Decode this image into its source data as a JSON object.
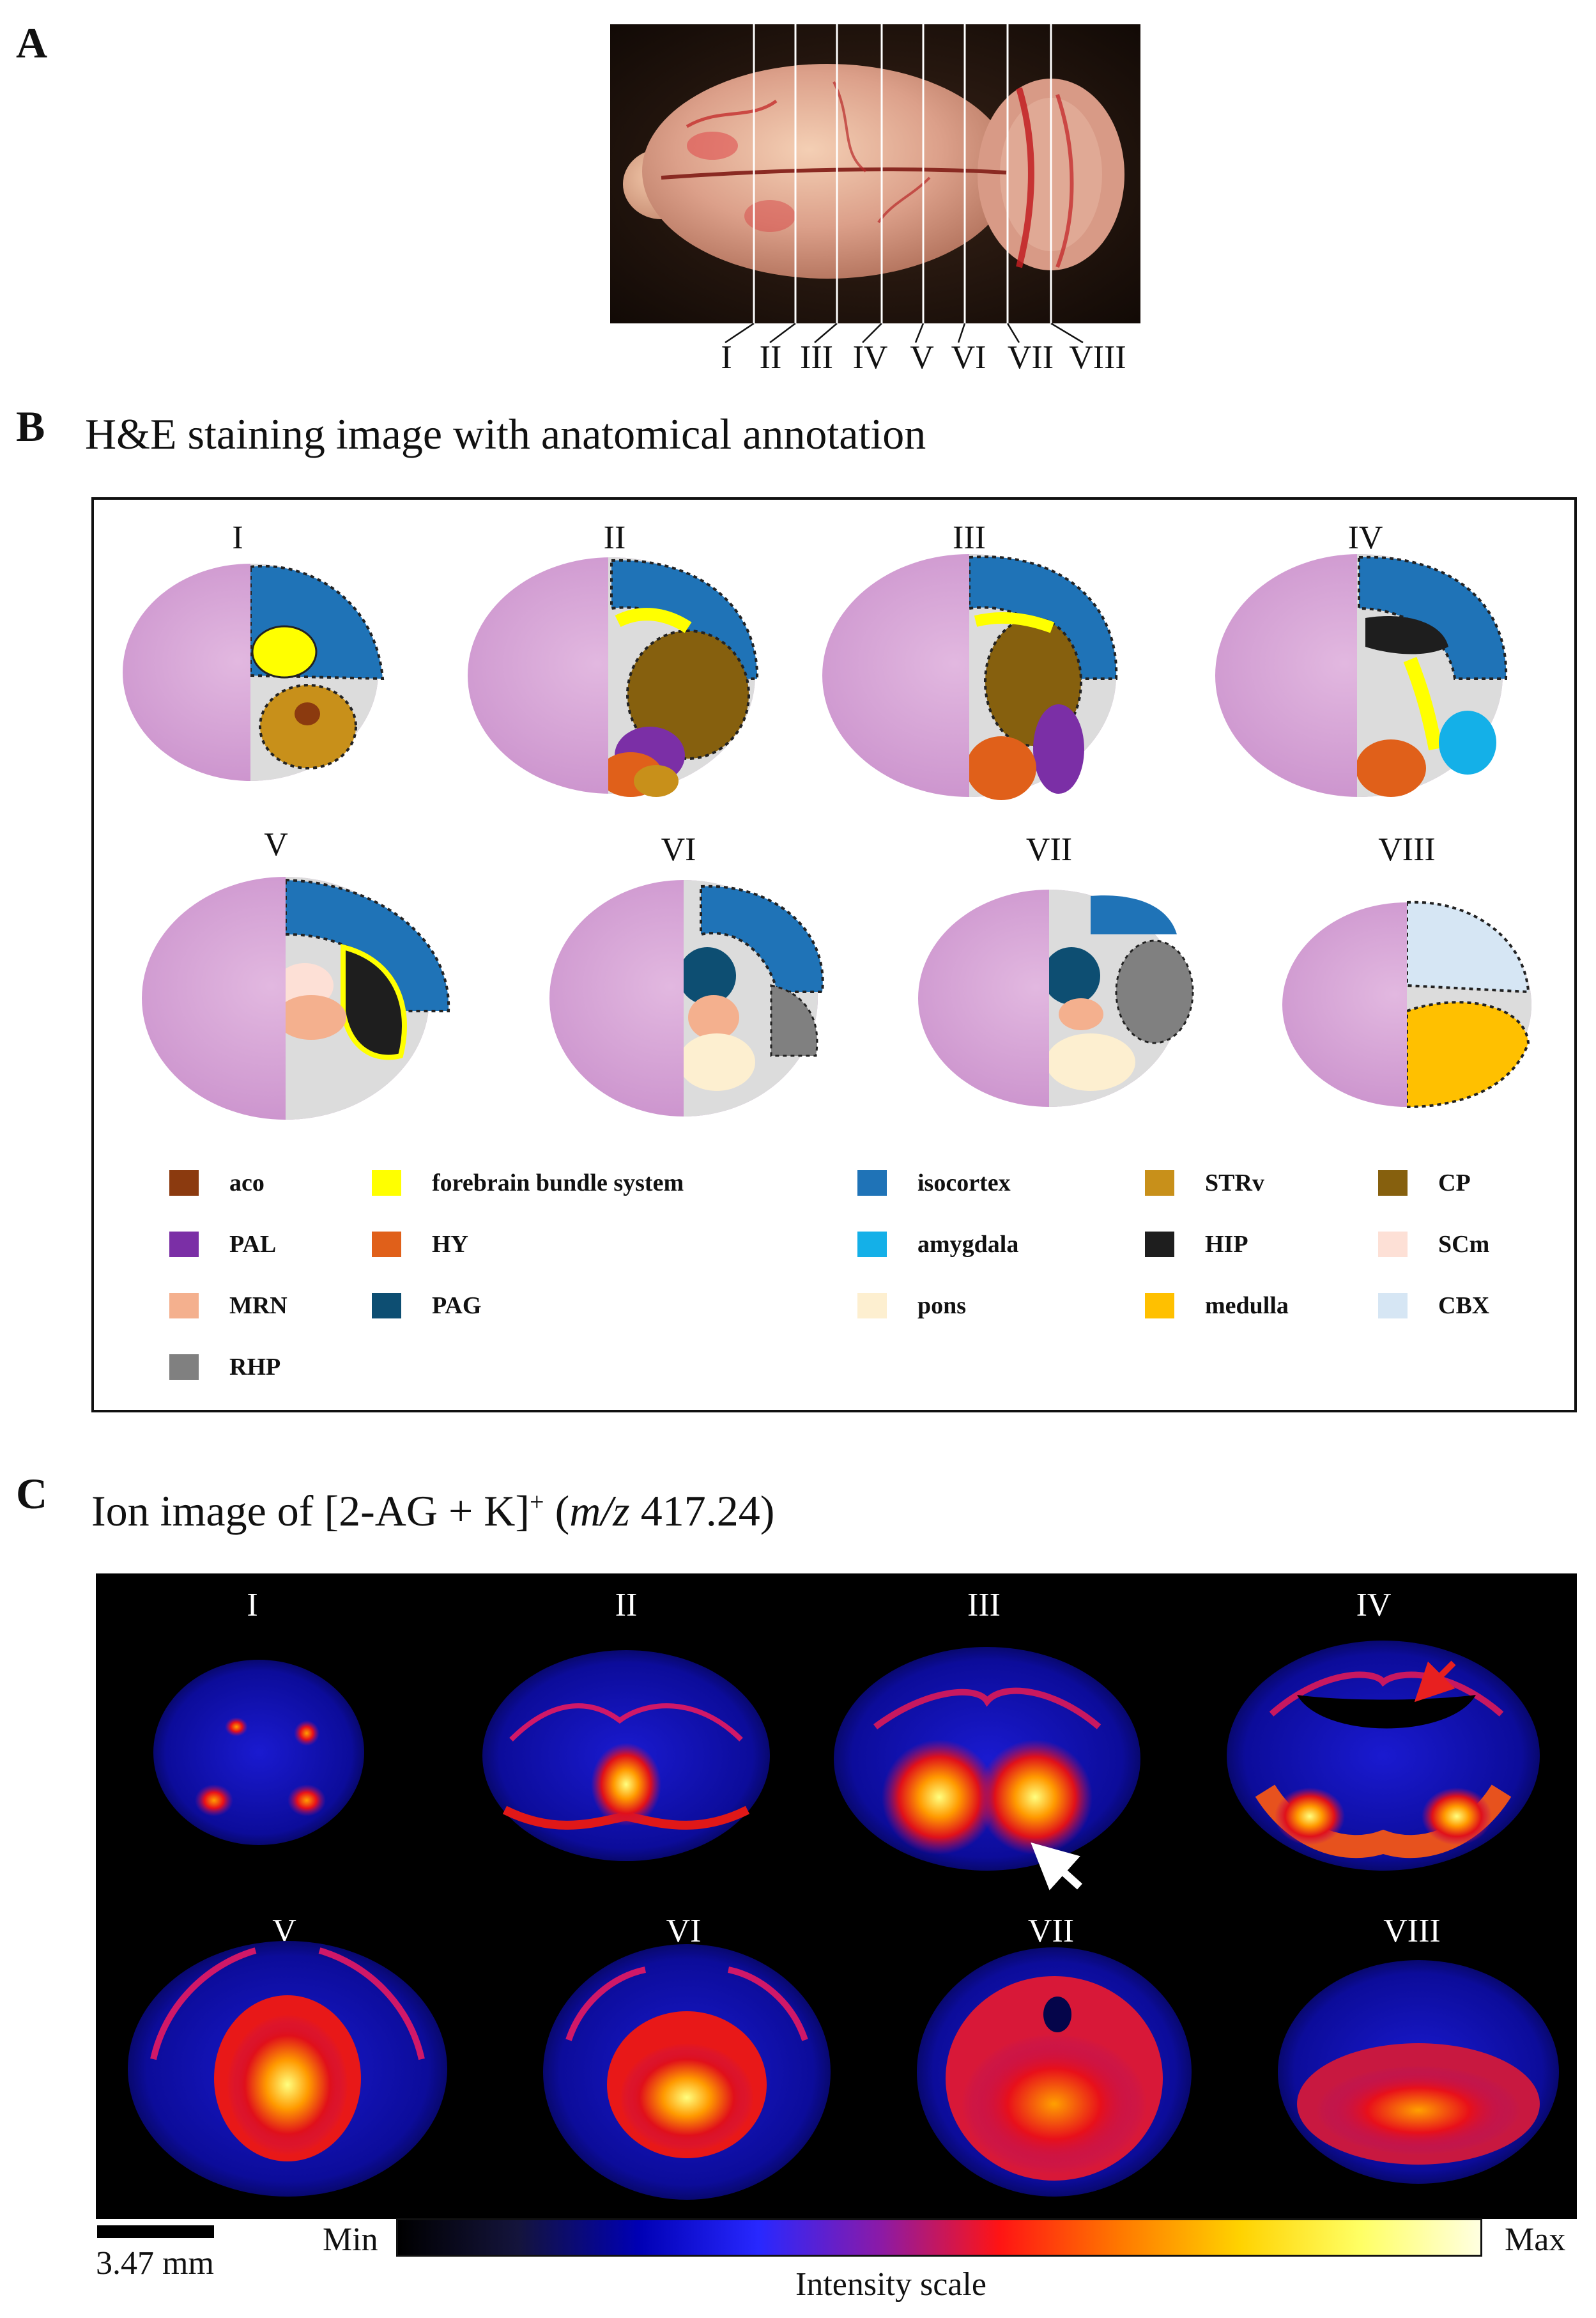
{
  "panel_a": {
    "letter": "A",
    "section_labels": [
      "I",
      "II",
      "III",
      "IV",
      "V",
      "VI",
      "VII",
      "VIII"
    ]
  },
  "panel_b": {
    "letter": "B",
    "title": "H&E staining image with anatomical annotation",
    "section_labels": [
      "I",
      "II",
      "III",
      "IV",
      "V",
      "VI",
      "VII",
      "VIII"
    ],
    "legend": [
      {
        "label": "aco",
        "color": "#8b3a0f"
      },
      {
        "label": "forebrain bundle system",
        "color": "#ffff00"
      },
      {
        "label": "isocortex",
        "color": "#1f73b7"
      },
      {
        "label": "STRv",
        "color": "#c8901a"
      },
      {
        "label": "CP",
        "color": "#86600e"
      },
      {
        "label": "PAL",
        "color": "#7b2fa6"
      },
      {
        "label": "HY",
        "color": "#e0601a"
      },
      {
        "label": "amygdala",
        "color": "#14b0e8"
      },
      {
        "label": "HIP",
        "color": "#1e1e1e"
      },
      {
        "label": "SCm",
        "color": "#fde0d6"
      },
      {
        "label": "MRN",
        "color": "#f4b08e"
      },
      {
        "label": "PAG",
        "color": "#0d4e72"
      },
      {
        "label": "pons",
        "color": "#fdefd0"
      },
      {
        "label": "medulla",
        "color": "#ffc000"
      },
      {
        "label": "CBX",
        "color": "#d6e6f4"
      },
      {
        "label": "RHP",
        "color": "#808080"
      }
    ]
  },
  "panel_c": {
    "letter": "C",
    "title_prefix": "Ion image of [2-AG + K]",
    "title_sup": "+",
    "title_mz_open": " (",
    "title_mz_italic": "m/z",
    "title_mz_value": " 417.24)",
    "section_labels": [
      "I",
      "II",
      "III",
      "IV",
      "V",
      "VI",
      "VII",
      "VIII"
    ],
    "scale_bar_label": "3.47 mm",
    "colorbar_min": "Min",
    "colorbar_max": "Max",
    "colorbar_caption": "Intensity scale",
    "colormap": [
      "#000000",
      "#14143c",
      "#0000b4",
      "#2828ff",
      "#8a1aa8",
      "#ff1414",
      "#ff7800",
      "#ffd200",
      "#ffff64",
      "#ffffe0"
    ]
  }
}
